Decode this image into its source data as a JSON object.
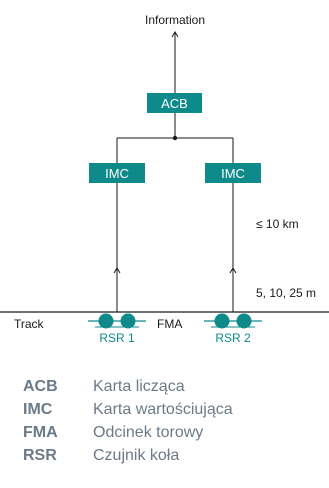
{
  "diagram": {
    "top_label": "Information",
    "acb_label": "ACB",
    "imc_left_label": "IMC",
    "imc_right_label": "IMC",
    "distance_label": "≤ 10 km",
    "sensor_spacing_label": "5, 10, 25 m",
    "track_label": "Track",
    "fma_label": "FMA",
    "rsr1_label": "RSR 1",
    "rsr2_label": "RSR 2",
    "colors": {
      "box_fill": "#0f8a8a",
      "box_text": "#ffffff",
      "line": "#1a1a1a",
      "sensor_fill": "#0f8a8a",
      "sensor_label": "#0f8a8a"
    }
  },
  "legend": {
    "items": [
      {
        "abbr": "ACB",
        "desc": "Karta licząca"
      },
      {
        "abbr": "IMC",
        "desc": "Karta wartościująca"
      },
      {
        "abbr": "FMA",
        "desc": "Odcinek torowy"
      },
      {
        "abbr": "RSR",
        "desc": "Czujnik koła"
      }
    ]
  }
}
